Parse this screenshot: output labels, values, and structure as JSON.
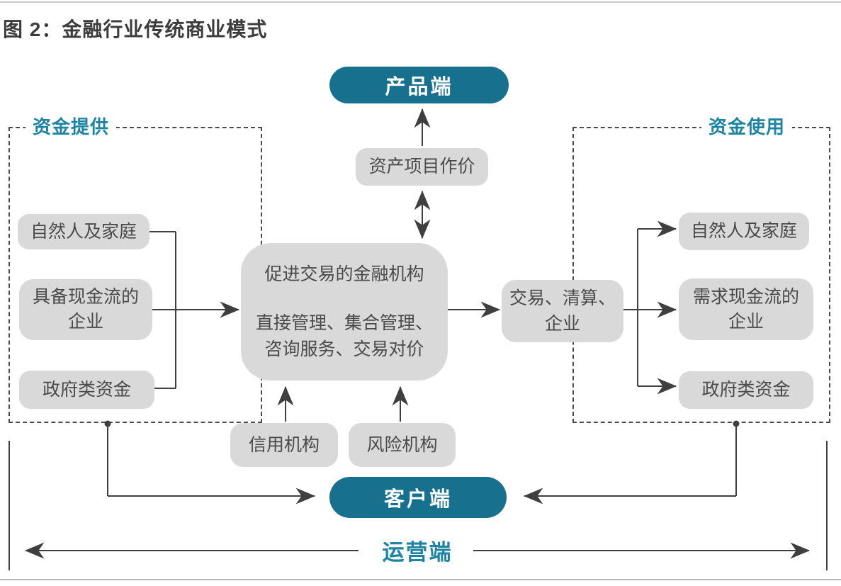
{
  "title": "图 2：金融行业传统商业模式",
  "colors": {
    "teal_fill": "#16708e",
    "teal_text": "#1d85a4",
    "node_gray": "#d9d9d9",
    "node_text": "#4a4a4a",
    "line": "#3f3f3f"
  },
  "nodes": {
    "product": "产品端",
    "asset_pricing": "资产项目作价",
    "central": {
      "lines": [
        "促进交易的金融机构",
        "直接管理、集合管理、",
        "咨询服务、交易对价"
      ]
    },
    "transaction": {
      "lines": [
        "交易、清算、",
        "企业"
      ]
    },
    "credit": "信用机构",
    "risk": "风险机构",
    "client": "客户端",
    "operations": "运营端"
  },
  "funding_supply": {
    "label": "资金提供",
    "items": [
      "自然人及家庭",
      "具备现金流的企业",
      "政府类资金"
    ]
  },
  "funding_use": {
    "label": "资金使用",
    "items": [
      "自然人及家庭",
      "需求现金流的企业",
      "政府类资金"
    ]
  }
}
